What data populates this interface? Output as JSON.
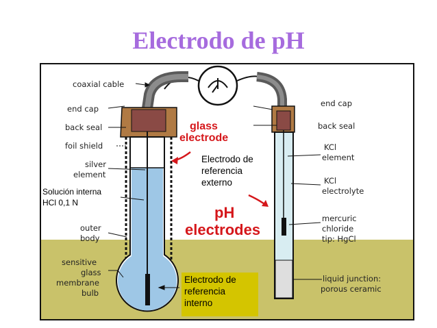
{
  "title": "Electrodo de pH",
  "labels_left": {
    "coaxial_cable": "coaxial cable",
    "end_cap": "end cap",
    "back_seal": "back seal",
    "foil_shield": "foil shield",
    "silver_element_1": "silver",
    "silver_element_2": "element",
    "outer_body_1": "outer",
    "outer_body_2": "body",
    "sensitive_1": "sensitive",
    "sensitive_2": "glass",
    "sensitive_3": "membrane",
    "sensitive_4": "bulb"
  },
  "labels_right": {
    "end_cap": "end cap",
    "back_seal": "back seal",
    "kcl_element_1": "KCl",
    "kcl_element_2": "element",
    "kcl_electrolyte_1": "KCl",
    "kcl_electrolyte_2": "electrolyte",
    "mercuric_1": "mercuric",
    "mercuric_2": "chloride",
    "mercuric_3": "tip: HgCl",
    "liquid_1": "liquid junction:",
    "liquid_2": "porous ceramic"
  },
  "red_labels": {
    "glass_1": "glass",
    "glass_2": "electrode",
    "ph": "pH",
    "electrodes": "electrodes"
  },
  "overlays": {
    "ext_ref_1": "Electrodo de",
    "ext_ref_2": "referencia",
    "ext_ref_3": "externo",
    "int_ref_1": "Electrodo de",
    "int_ref_2": "referencia",
    "int_ref_3": "interno",
    "sol_1": "Solución interna",
    "sol_2": "HCl 0,1 N"
  },
  "colors": {
    "title": "#a66bde",
    "ground": "#c9c26a",
    "glass_fill": "#9ec7e6",
    "kcl_fill": "#d8edf2",
    "cap": "#b07a44",
    "seal": "#8a4a45",
    "cable": "#707070",
    "red_text": "#d5171b",
    "int_ref_bg": "#d4c500"
  }
}
